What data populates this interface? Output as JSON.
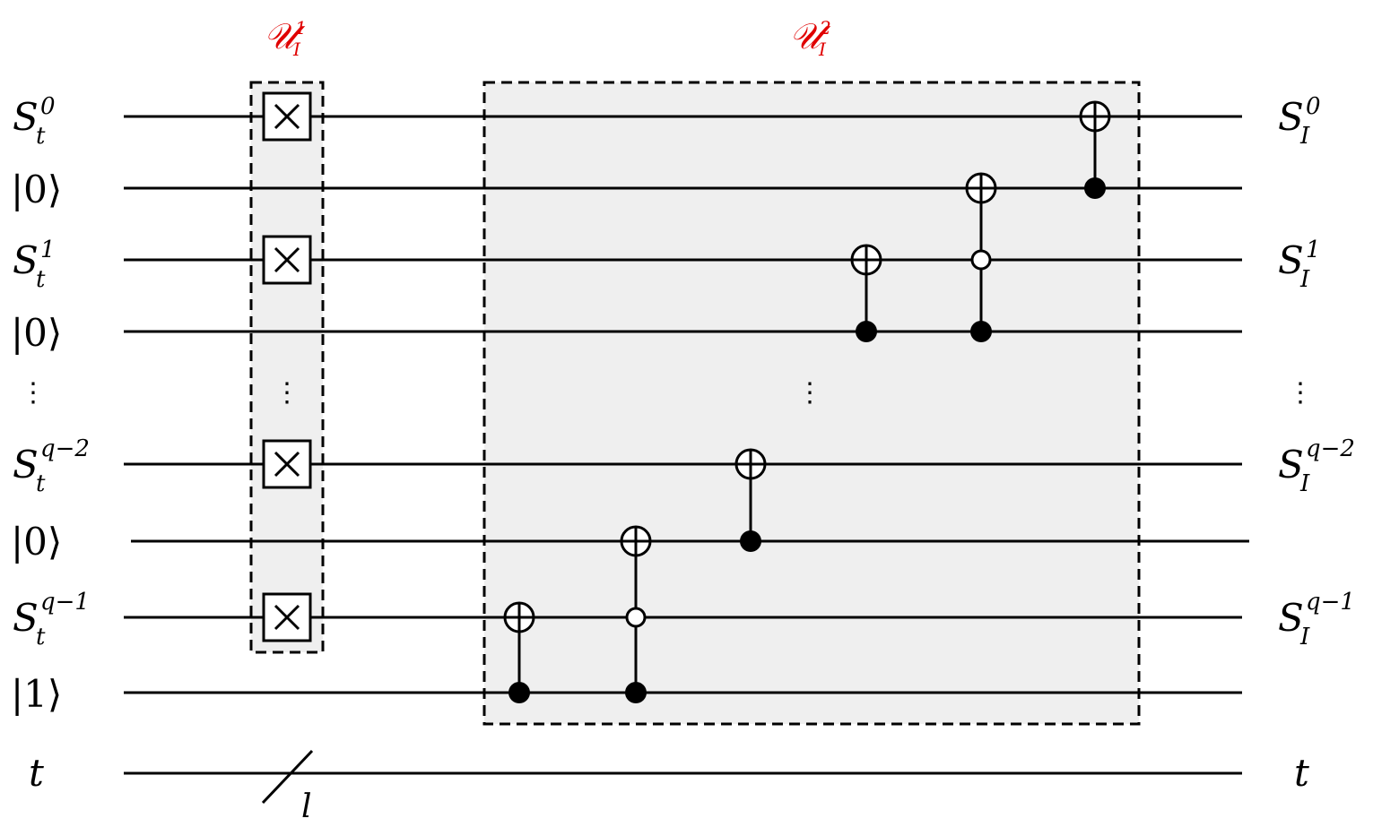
{
  "block_labels": {
    "u1": {
      "main": "𝒰",
      "sub": "I",
      "sup": "1"
    },
    "u2": {
      "main": "𝒰",
      "sub": "I",
      "sup": "2"
    }
  },
  "inputs": [
    {
      "main": "S",
      "sub": "t",
      "sup": "0"
    },
    {
      "ket": "|0⟩"
    },
    {
      "main": "S",
      "sub": "t",
      "sup": "1"
    },
    {
      "ket": "|0⟩"
    },
    {
      "dots": "⋮"
    },
    {
      "main": "S",
      "sub": "t",
      "sup": "q−2"
    },
    {
      "ket": "|0⟩"
    },
    {
      "main": "S",
      "sub": "t",
      "sup": "q−1"
    },
    {
      "ket": "|1⟩"
    },
    {
      "main": "t"
    }
  ],
  "outputs": [
    {
      "main": "S",
      "sub": "I",
      "sup": "0"
    },
    {
      "main": "S",
      "sub": "I",
      "sup": "1"
    },
    {
      "dots": "⋮"
    },
    {
      "main": "S",
      "sub": "I",
      "sup": "q−2"
    },
    {
      "main": "S",
      "sub": "I",
      "sup": "q−1"
    },
    {
      "main": "t"
    }
  ],
  "middle_dots": "⋮",
  "bus_label": "l",
  "colors": {
    "block_label": "#e00000",
    "block_fill": "#efefef",
    "line": "#000000"
  }
}
